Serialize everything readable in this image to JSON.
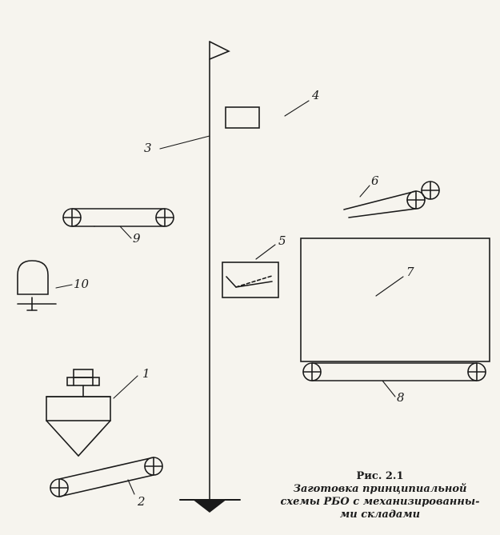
{
  "figure": {
    "label": "Рис. 2.1",
    "caption": "Заготовка принципиальной схемы РБО с механизированны-ми складами"
  },
  "numbers": {
    "n1": "1",
    "n2": "2",
    "n3": "3",
    "n4": "4",
    "n5": "5",
    "n6": "6",
    "n7": "7",
    "n8": "8",
    "n9": "9",
    "n10": "10"
  }
}
